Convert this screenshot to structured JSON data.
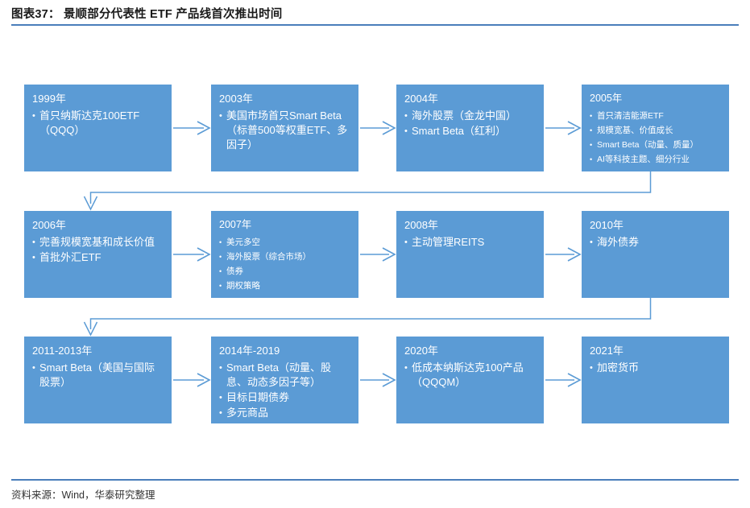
{
  "header": {
    "title": "图表37： 景顺部分代表性 ETF 产品线首次推出时间"
  },
  "footer": {
    "source": "资料来源：Wind，华泰研究整理"
  },
  "colors": {
    "node_fill": "#5b9bd5",
    "rule": "#4a7ebb",
    "arrow": "#5b9bd5",
    "node_text": "#ffffff"
  },
  "diagram": {
    "type": "timeline-flow",
    "rows": [
      {
        "nodes": [
          {
            "year": "1999年",
            "items": [
              "首只纳斯达克100ETF（QQQ）"
            ]
          },
          {
            "year": "2003年",
            "items": [
              "美国市场首只Smart Beta（标普500等权重ETF、多因子）"
            ]
          },
          {
            "year": "2004年",
            "items": [
              "海外股票（金龙中国）",
              "Smart Beta（红利）"
            ]
          },
          {
            "year": "2005年",
            "items": [
              "首只清洁能源ETF",
              "规模宽基、价值成长",
              "Smart Beta（动量、质量）",
              "AI等科技主题、细分行业"
            ]
          }
        ]
      },
      {
        "nodes": [
          {
            "year": "2006年",
            "items": [
              "完善规模宽基和成长价值",
              "首批外汇ETF"
            ]
          },
          {
            "year": "2007年",
            "items": [
              "美元多空",
              "海外股票（综合市场）",
              "债券",
              "期权策略"
            ]
          },
          {
            "year": "2008年",
            "items": [
              "主动管理REITS"
            ]
          },
          {
            "year": "2010年",
            "items": [
              "海外债券"
            ]
          }
        ]
      },
      {
        "nodes": [
          {
            "year": "2011-2013年",
            "items": [
              "Smart Beta（美国与国际股票）"
            ]
          },
          {
            "year": "2014年-2019",
            "items": [
              "Smart Beta（动量、股息、动态多因子等）",
              "目标日期债券",
              "多元商品"
            ]
          },
          {
            "year": "2020年",
            "items": [
              "低成本纳斯达克100产品（QQQM）"
            ]
          },
          {
            "year": "2021年",
            "items": [
              "加密货币"
            ]
          }
        ]
      }
    ]
  }
}
